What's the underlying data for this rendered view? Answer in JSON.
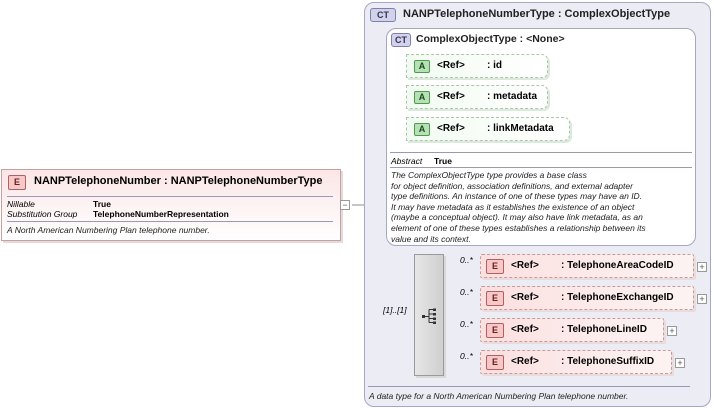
{
  "colors": {
    "complex_type_bg": "#ececf5",
    "attribute_bg": "#f2fbf2",
    "element_bg": "#fbe0e0"
  },
  "root_element": {
    "badge": "E",
    "name": "NANPTelephoneNumber",
    "type": ": NANPTelephoneNumberType",
    "props": [
      {
        "label": "Nillable",
        "value": "True"
      },
      {
        "label": "Substitution Group",
        "value": "TelephoneNumberRepresentation"
      }
    ],
    "doc": "A North American Numbering Plan telephone number.",
    "collapse": "−"
  },
  "outer_type": {
    "badge": "CT",
    "title": "NANPTelephoneNumberType : ComplexObjectType",
    "doc": "A data type for a North American Numbering Plan telephone number."
  },
  "base_type": {
    "badge": "CT",
    "title": "ComplexObjectType : <None>",
    "attributes": [
      {
        "badge": "A",
        "ref": "<Ref>",
        "name": ": id"
      },
      {
        "badge": "A",
        "ref": "<Ref>",
        "name": ": metadata"
      },
      {
        "badge": "A",
        "ref": "<Ref>",
        "name": ": linkMetadata"
      }
    ],
    "abstract_label": "Abstract",
    "abstract_value": "True",
    "doc_lines": [
      "The ComplexObjectType type provides a base class",
      "for object definition, association definitions, and external adapter",
      "type definitions. An instance of one of these types may have an ID.",
      "It may have metadata as it establishes the existence of an object",
      "(maybe a conceptual object). It may also have link metadata, as an",
      "element of one of these types establishes a relationship between its",
      "value and its context."
    ]
  },
  "sequence": {
    "cardinality": "[1]..[1]",
    "elements": [
      {
        "badge": "E",
        "ref": "<Ref>",
        "name": ": TelephoneAreaCodeID",
        "occurs": "0..*",
        "expand": "+"
      },
      {
        "badge": "E",
        "ref": "<Ref>",
        "name": ": TelephoneExchangeID",
        "occurs": "0..*",
        "expand": "+"
      },
      {
        "badge": "E",
        "ref": "<Ref>",
        "name": ": TelephoneLineID",
        "occurs": "0..*",
        "expand": "+"
      },
      {
        "badge": "E",
        "ref": "<Ref>",
        "name": ": TelephoneSuffixID",
        "occurs": "0..*",
        "expand": "+"
      }
    ]
  }
}
